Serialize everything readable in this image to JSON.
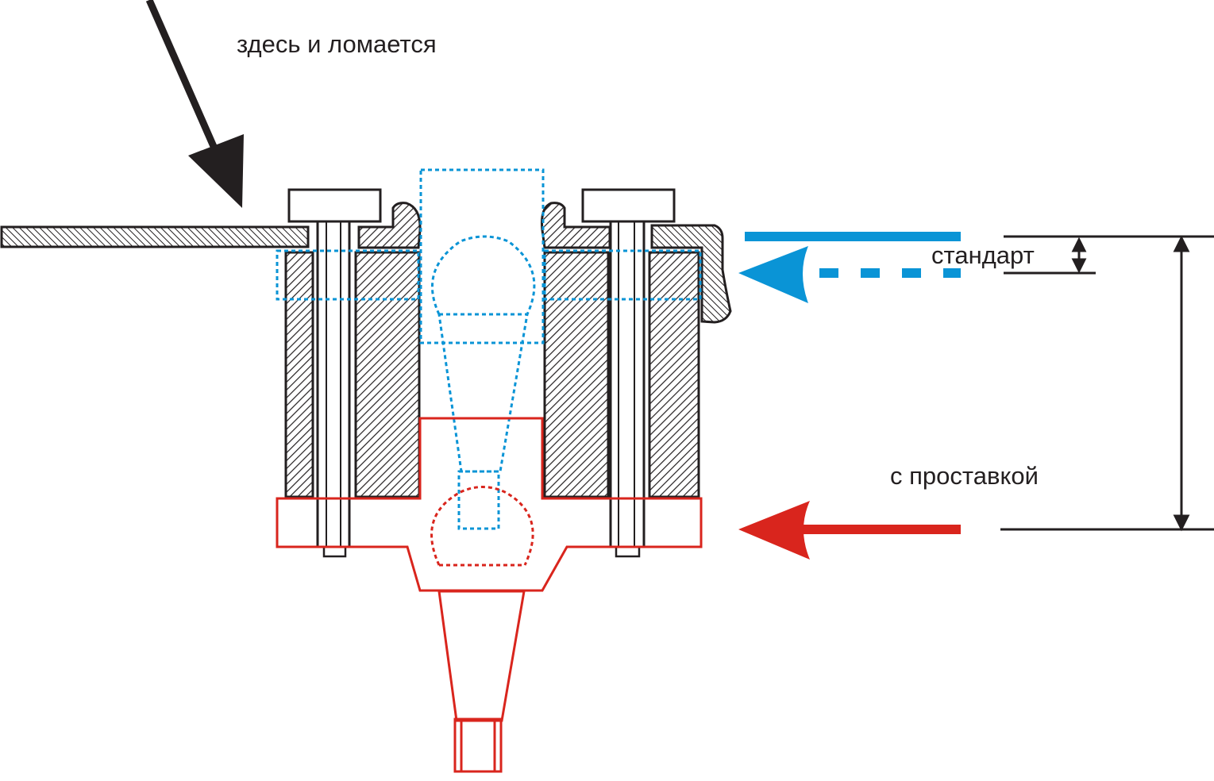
{
  "labels": {
    "break_point": "здесь и ломается",
    "standard": "стандарт",
    "with_spacer": "с проставкой"
  },
  "colors": {
    "outline": "#231f20",
    "standard": "#0a94d6",
    "spacer": "#d9251d"
  }
}
